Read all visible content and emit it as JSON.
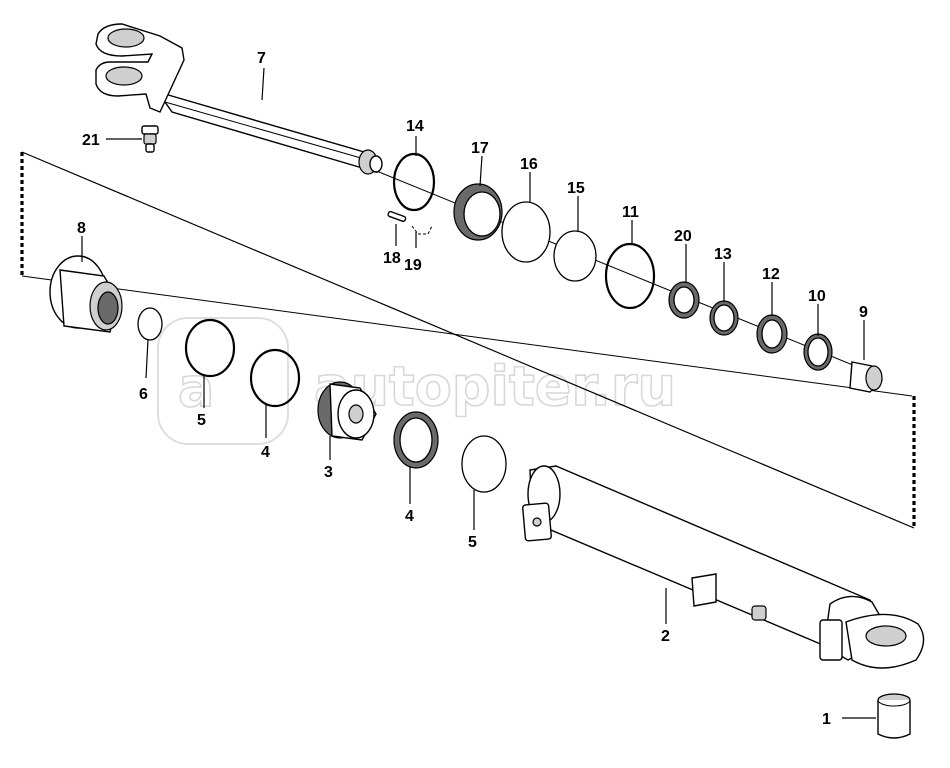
{
  "watermark": {
    "mark": "a",
    "text": "autopiter.ru"
  },
  "callouts": [
    {
      "id": "c1",
      "text": "1"
    },
    {
      "id": "c2",
      "text": "2"
    },
    {
      "id": "c3",
      "text": "3"
    },
    {
      "id": "c4a",
      "text": "4"
    },
    {
      "id": "c4b",
      "text": "4"
    },
    {
      "id": "c5a",
      "text": "5"
    },
    {
      "id": "c5b",
      "text": "5"
    },
    {
      "id": "c6",
      "text": "6"
    },
    {
      "id": "c7",
      "text": "7"
    },
    {
      "id": "c8",
      "text": "8"
    },
    {
      "id": "c9",
      "text": "9"
    },
    {
      "id": "c10",
      "text": "10"
    },
    {
      "id": "c11",
      "text": "11"
    },
    {
      "id": "c12",
      "text": "12"
    },
    {
      "id": "c13",
      "text": "13"
    },
    {
      "id": "c14",
      "text": "14"
    },
    {
      "id": "c15",
      "text": "15"
    },
    {
      "id": "c16",
      "text": "16"
    },
    {
      "id": "c17",
      "text": "17"
    },
    {
      "id": "c18",
      "text": "18"
    },
    {
      "id": "c19",
      "text": "19"
    },
    {
      "id": "c20",
      "text": "20"
    },
    {
      "id": "c21",
      "text": "21"
    }
  ]
}
